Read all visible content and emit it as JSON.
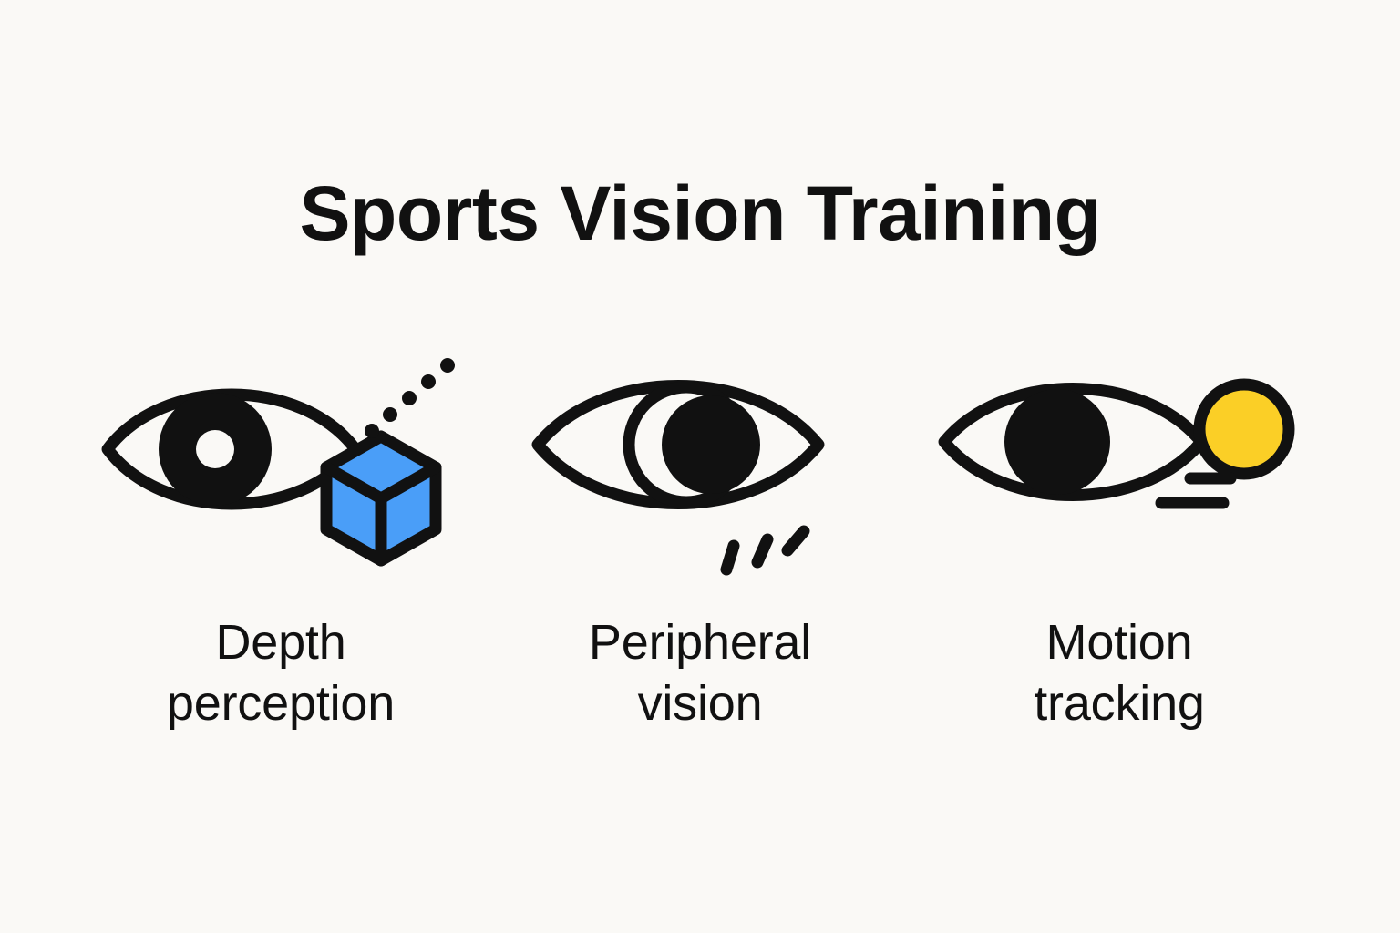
{
  "poster": {
    "title": "Sports Vision Training",
    "background_color": "#faf9f6",
    "ink_color": "#111111"
  },
  "palette": {
    "cube_blue": "#4a9ef8",
    "ball_yellow": "#fbcf26",
    "stroke_black": "#111111",
    "background": "#faf9f6"
  },
  "items": [
    {
      "id": "depth-perception",
      "icon": "eye-with-cube-icon",
      "label_line_1": "Depth",
      "label_line_2": "perception",
      "accent_color": "#4a9ef8",
      "icon_parts": [
        "eye-outline",
        "iris-filled",
        "pupil-hole",
        "isometric-cube",
        "dotted-sight-line"
      ]
    },
    {
      "id": "peripheral-vision",
      "icon": "eye-with-motion-dashes-icon",
      "label_line_1": "Peripheral",
      "label_line_2": "vision",
      "accent_color": "#111111",
      "icon_parts": [
        "eye-outline",
        "iris-ring",
        "pupil-crescent",
        "three-angled-dashes"
      ]
    },
    {
      "id": "motion-tracking",
      "icon": "eye-with-ball-icon",
      "label_line_1": "Motion",
      "label_line_2": "tracking",
      "accent_color": "#fbcf26",
      "icon_parts": [
        "eye-outline",
        "pupil-filled",
        "yellow-ball",
        "two-speed-lines"
      ]
    }
  ]
}
